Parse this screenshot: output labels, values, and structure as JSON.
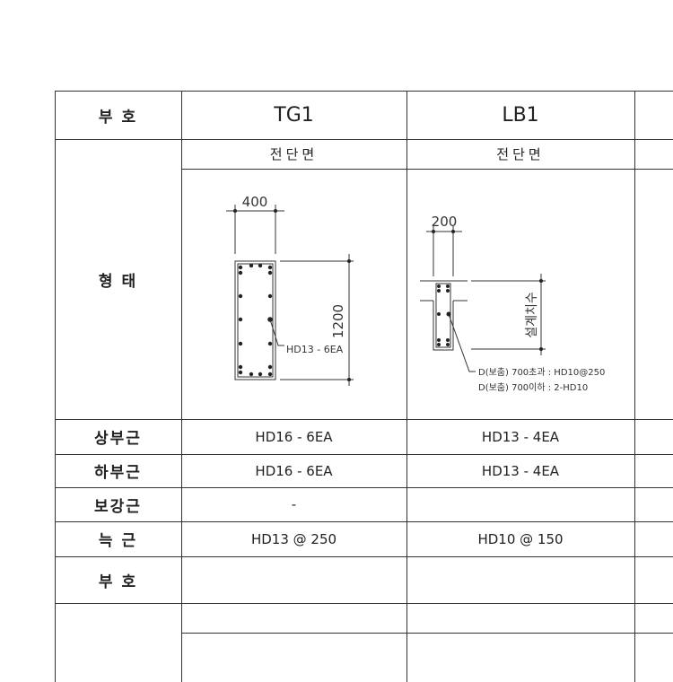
{
  "row_labels": {
    "mark": "부  호",
    "shape": "형  태",
    "top_bar": "상부근",
    "bottom_bar": "하부근",
    "reinforce": "보강근",
    "stirrup": "늑   근",
    "mark2": "부  호"
  },
  "columns": [
    {
      "name": "TG1",
      "section": "전단면",
      "top_bar": "HD16 - 6EA",
      "bottom_bar": "HD16 - 6EA",
      "reinforce": "-",
      "stirrup": "HD13 @ 250",
      "drawing": {
        "width": "400",
        "height": "1200",
        "note": "HD13 - 6EA"
      }
    },
    {
      "name": "LB1",
      "section": "전단면",
      "top_bar": "HD13 - 4EA",
      "bottom_bar": "HD13 - 4EA",
      "reinforce": "",
      "stirrup": "HD10 @ 150",
      "drawing": {
        "width": "200",
        "height": "설계치수",
        "note1": "D(보춤) 700초과 : HD10@250",
        "note2": "D(보춤) 700이하 : 2-HD10"
      }
    }
  ]
}
